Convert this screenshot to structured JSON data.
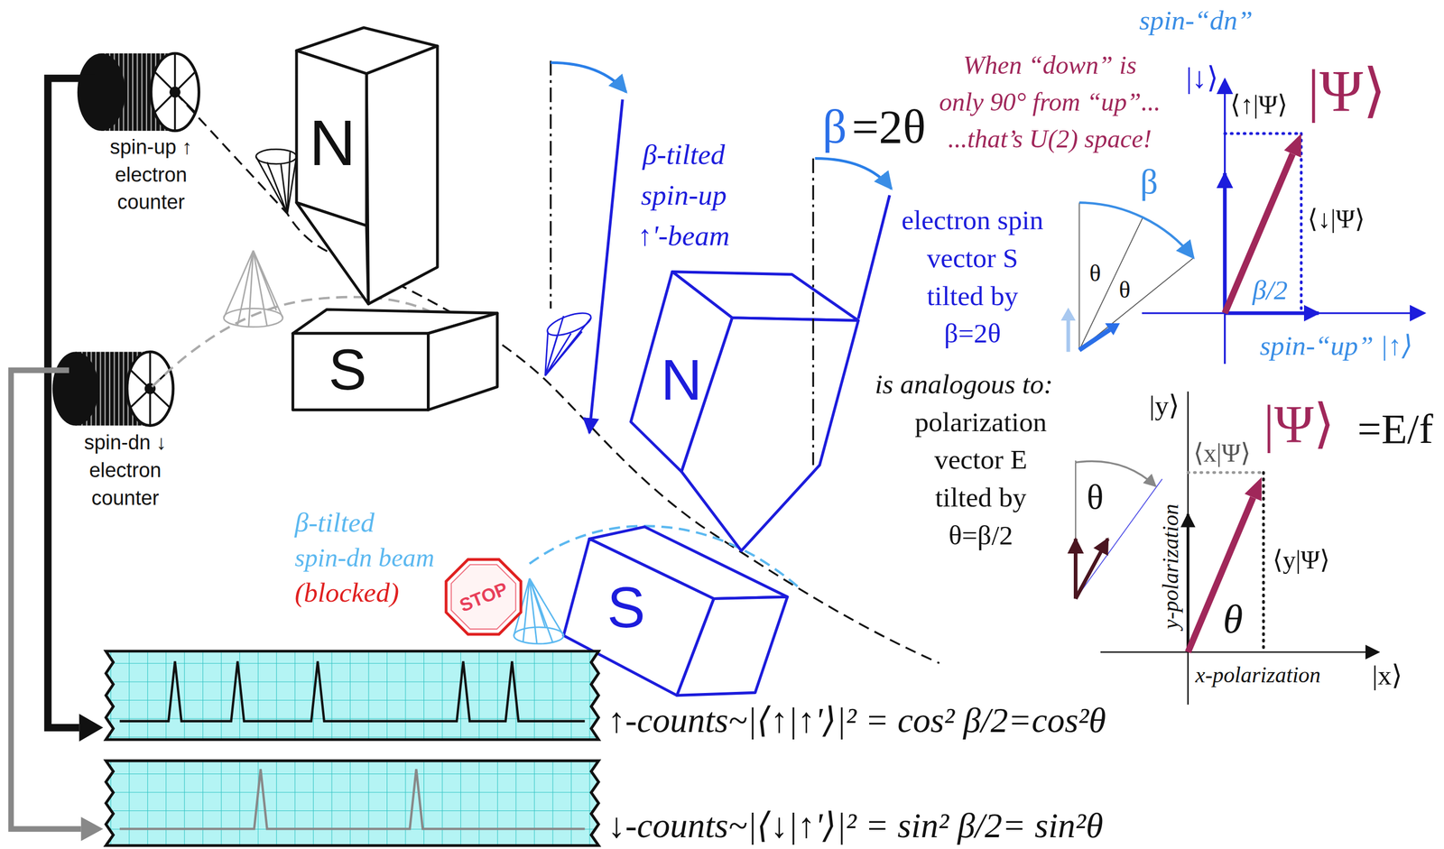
{
  "diagram": {
    "nodes": [
      {
        "text": [
          "spin-up ↑ electron counter"
        ]
      },
      {
        "text": [
          "spin-dn ↓ electron counter"
        ]
      },
      {
        "text": [
          "N"
        ]
      },
      {
        "text": [
          "S"
        ]
      },
      {
        "text": [
          "N"
        ]
      },
      {
        "text": [
          "S"
        ]
      },
      {
        "text": [
          "STOP"
        ]
      },
      {
        "text": [
          "↑-counts~|⟨↑|↑'⟩|² = cos² β/2=cos²θ"
        ]
      },
      {
        "text": [
          "↓-counts~|⟨↓|↑'⟩|² = sin² β/2= sin²θ"
        ]
      }
    ],
    "edges": [
      {
        "from": 0,
        "to": 7,
        "arrow": "to"
      },
      {
        "from": 1,
        "to": 8,
        "arrow": "to"
      }
    ],
    "labels": [
      "β-tilted spin-up ↑'-beam",
      "β",
      "=2θ",
      "electron spin vector S tilted by β=2θ",
      "is analogous to:",
      "polarization vector E tilted by θ=β/2",
      "spin-“dn”",
      "When “down” is",
      "only 90° from “up”...",
      "...that’s U(2) space!",
      "|↓⟩",
      "⟨↑|Ψ⟩",
      "|Ψ⟩",
      "⟨↓|Ψ⟩",
      "β/2",
      "spin-“up” |↑⟩",
      "β",
      "θ",
      "θ",
      "θ",
      "|y⟩",
      "⟨x|Ψ⟩",
      "|Ψ⟩",
      "=E/f",
      "y-polarization",
      "⟨y|Ψ⟩",
      "θ",
      "x-polarization",
      "|x⟩",
      "β-tilted",
      "spin-dn beam",
      "(blocked)"
    ]
  }
}
